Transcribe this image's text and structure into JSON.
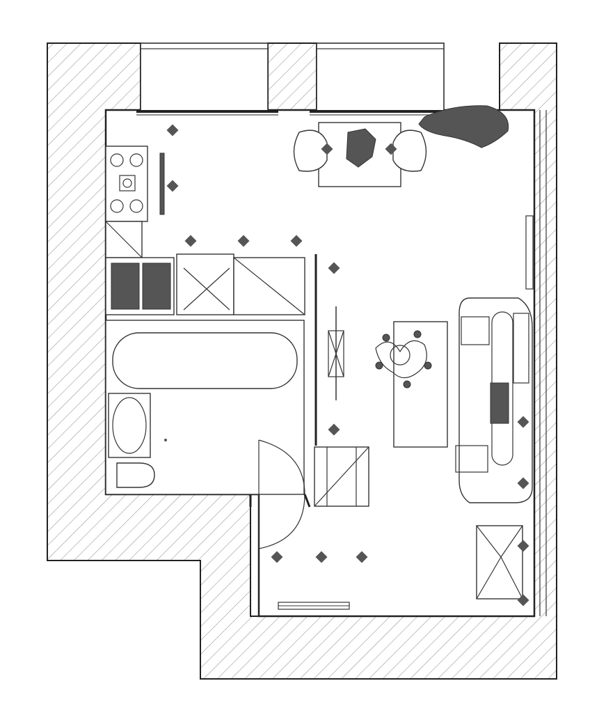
{
  "drawing": {
    "kind": "apartment-floor-plan",
    "labels": []
  },
  "colors": {
    "wall_hatch": "#9a9a9a",
    "line": "#222222",
    "fill_dark": "#555555",
    "background": "#ffffff"
  },
  "rooms": [
    "kitchen",
    "bathroom",
    "living-room",
    "hallway"
  ],
  "icons": [
    "stove-icon",
    "sink-icon",
    "bathtub-icon",
    "toilet-icon",
    "sofa-icon",
    "armchair-icon",
    "chair-icon",
    "plant-icon",
    "chandelier-icon",
    "ceiling-light-icon",
    "door-icon",
    "window-icon"
  ]
}
